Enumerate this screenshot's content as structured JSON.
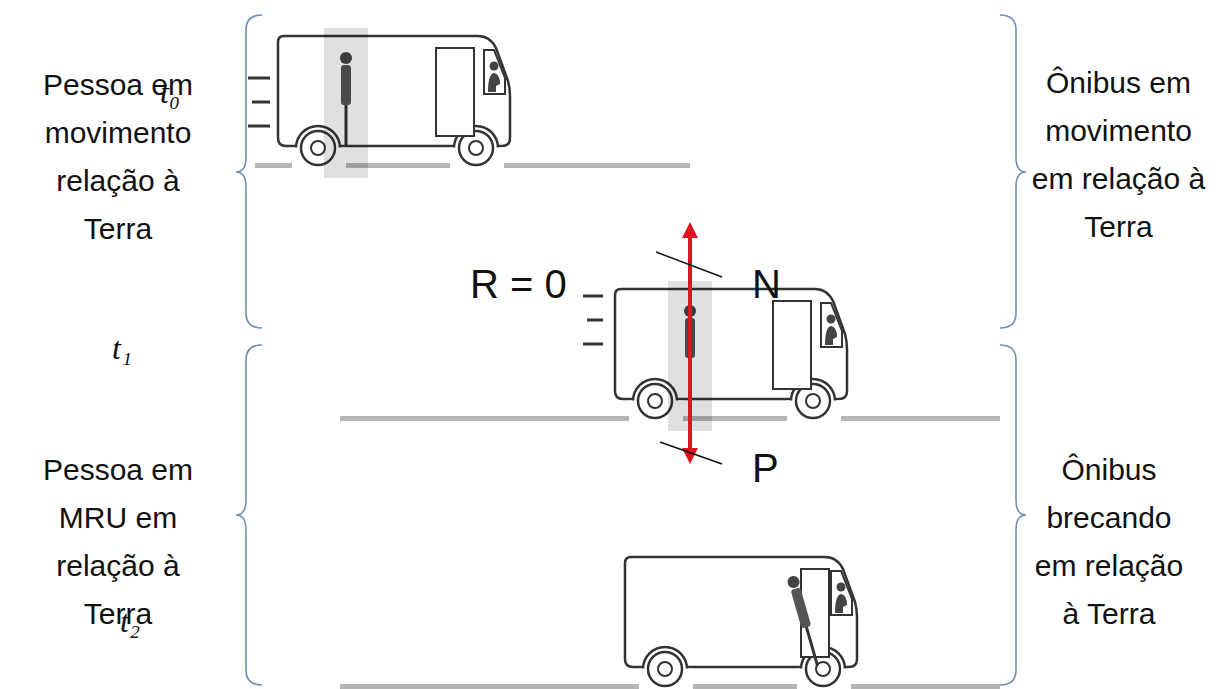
{
  "diagram": {
    "labels": [
      "Pessoa em movimento relação à Terra",
      "t₀",
      "Ônibus em movimento em relação à Terra",
      "R = 0",
      "N",
      "t₁",
      "P",
      "Pessoa em MRU em relação à Terra",
      "Ônibus brecando em relação à Terra",
      "t₂"
    ]
  }
}
